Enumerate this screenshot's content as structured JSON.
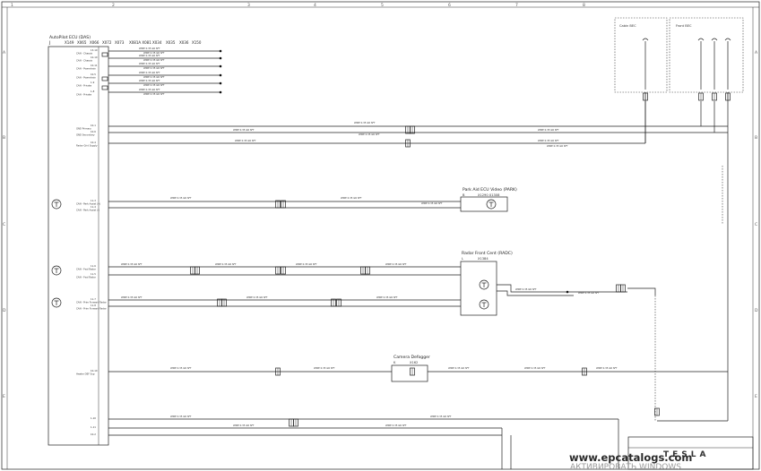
{
  "grid": {
    "columns": [
      "1",
      "2",
      "3",
      "4",
      "5",
      "6",
      "7",
      "8"
    ],
    "rows": [
      "A",
      "B",
      "C",
      "D",
      "E"
    ]
  },
  "ecu": {
    "title": "AutoPilot ECU (DAS)",
    "designator": "J",
    "connectors": [
      "X149",
      "X065",
      "X066",
      "X072",
      "X073",
      "X081A X081",
      "X034",
      "X035",
      "X036",
      "X150"
    ],
    "pins": [
      {
        "id": "p1",
        "label": "CAN - Chassis",
        "num": "13-10"
      },
      {
        "id": "p2",
        "label": "CAN - Chassis",
        "num": "10-10"
      },
      {
        "id": "p3",
        "label": "CAN - Powertrain",
        "num": "10-11"
      },
      {
        "id": "p4",
        "label": "CAN - Powertrain",
        "num": "10-5"
      },
      {
        "id": "p5",
        "label": "CAN - Private",
        "num": "1-9"
      },
      {
        "id": "p6",
        "label": "CAN - Private",
        "num": "1-8"
      },
      {
        "id": "p7",
        "label": "GND Primary",
        "num": "10-1"
      },
      {
        "id": "p8",
        "label": "GND Secondary",
        "num": "10-6"
      },
      {
        "id": "p9",
        "label": "Radar Grid Supply",
        "num": "10-4"
      },
      {
        "id": "p10",
        "label": "CAN - Park Assist (+)",
        "num": "11-3"
      },
      {
        "id": "p11",
        "label": "CAN - Park Assist (-)",
        "num": "11-4"
      },
      {
        "id": "p12",
        "label": "CAN - Fwd Radar",
        "num": "11-6"
      },
      {
        "id": "p13",
        "label": "CAN - Fwd Radar",
        "num": "11-5"
      },
      {
        "id": "p14",
        "label": "CAN - Prim Forward Radar",
        "num": "11-7"
      },
      {
        "id": "p15",
        "label": "CAN - Prim Forward Radar",
        "num": "11-8"
      },
      {
        "id": "p16",
        "label": "Heater DEF Sup",
        "num": "10-10"
      },
      {
        "id": "p17",
        "label": "",
        "num": "1-10"
      },
      {
        "id": "p18",
        "label": "",
        "num": "1-11"
      },
      {
        "id": "p19",
        "label": "",
        "num": "10-2"
      }
    ]
  },
  "components": {
    "cabin_bec": "Cabin BEC",
    "front_bec": "Front BEC",
    "park_assist": {
      "title": "Park Aid ECU Video (PARK)",
      "designator": "B",
      "connectors": "X1290 X1308"
    },
    "radar": {
      "title": "Radar Front Cent (RADC)",
      "designator": "L",
      "connectors": "X1384"
    },
    "defogger": {
      "title": "Camera Defogger",
      "designator": "K",
      "connectors": "X162"
    }
  },
  "wire_code": "WIRE 0.35 GR SFT",
  "tesla_logo": "TESLA",
  "watermark": {
    "site": "www.epcatalogs.com",
    "russian": "АКТИВИРОВАТЬ WINDOWS"
  }
}
